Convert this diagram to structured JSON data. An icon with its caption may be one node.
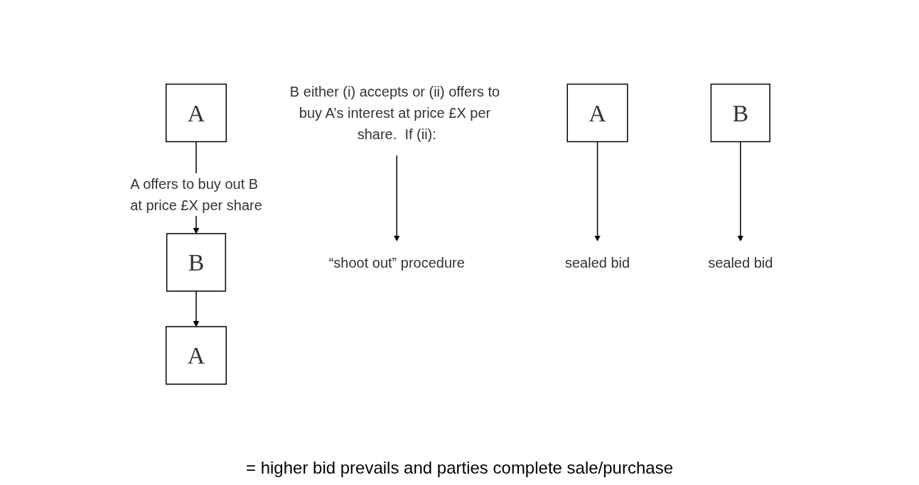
{
  "diagram": {
    "nodes": [
      {
        "text": [
          "A"
        ]
      },
      {
        "text": [
          "B"
        ]
      },
      {
        "text": [
          "A"
        ]
      },
      {
        "text": [
          "B either (i) accepts or (ii) offers to buy A’s interest at price £X per share.  If (ii):"
        ]
      },
      {
        "text": [
          "A"
        ]
      },
      {
        "text": [
          "“shoot out” procedure"
        ]
      },
      {
        "text": [
          "B"
        ]
      },
      {
        "text": [
          "sealed bid"
        ]
      },
      {
        "text": [
          "sealed bid"
        ]
      }
    ],
    "edges": [
      {
        "from": 0,
        "to": 1,
        "arrow": "to",
        "label": "A offers to buy out B at price £X per share"
      },
      {
        "from": 1,
        "to": 2,
        "arrow": "to"
      },
      {
        "from": 3,
        "to": 5,
        "arrow": "to"
      },
      {
        "from": 4,
        "to": 7,
        "arrow": "to"
      },
      {
        "from": 6,
        "to": 8,
        "arrow": "to"
      }
    ],
    "labels": [
      "= higher bid prevails and parties complete sale/purchase"
    ]
  }
}
